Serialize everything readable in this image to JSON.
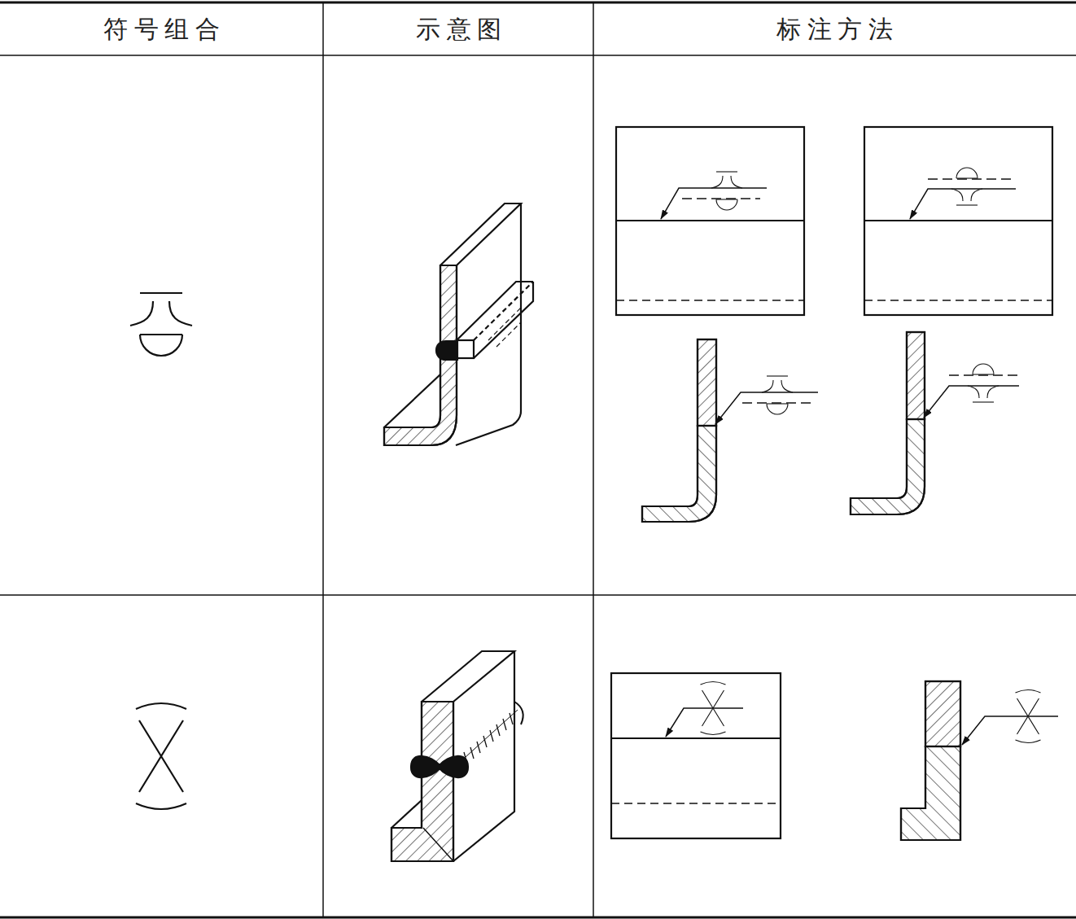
{
  "diagram": {
    "labels": [
      "符 号 组 合",
      "示 意 图",
      "标 注 方 法"
    ]
  }
}
